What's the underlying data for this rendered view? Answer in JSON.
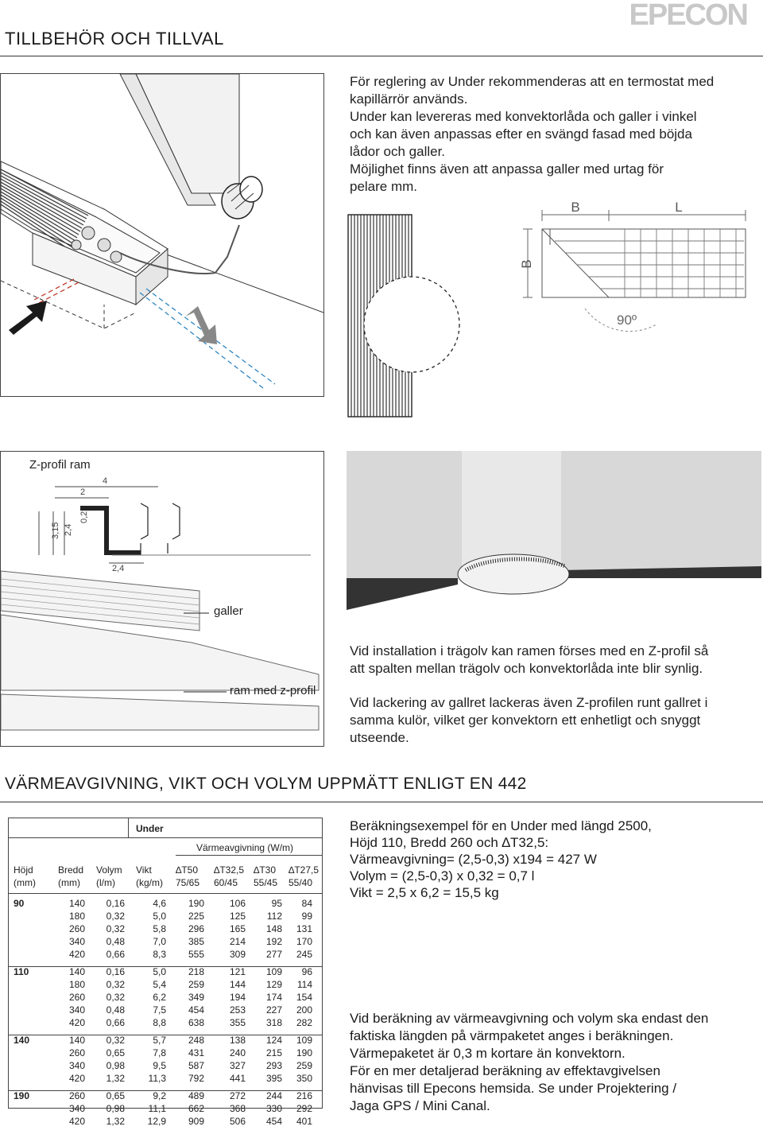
{
  "logo": "EPECON",
  "header": {
    "title": "TILLBEHÖR OCH TILLVAL"
  },
  "intro": {
    "lines": [
      "För reglering av Under rekommenderas att en termostat med",
      "kapillärrör används.",
      "Under kan levereras med konvektorlåda och galler i vinkel",
      "och kan även anpassas efter en svängd fasad med böjda",
      "lådor och galler.",
      "Möjlighet finns även att anpassa galler med urtag för",
      "pelare mm."
    ]
  },
  "corner_diagram": {
    "label_b_top": "B",
    "label_l": "L",
    "label_b_side": "B",
    "angle": "90º"
  },
  "zprofile": {
    "title": "Z-profil ram",
    "dims": {
      "d4": "4",
      "d2": "2",
      "d315": "3,15",
      "d24": "2,4",
      "d02": "0,2",
      "d24b": "2,4"
    },
    "label_galler": "galler",
    "label_ram": "ram med z-profil"
  },
  "zinfo": {
    "p1": [
      "Vid installation i trägolv kan ramen förses med en Z-profil så",
      "att spalten mellan trägolv och konvektorlåda inte blir synlig."
    ],
    "p2": [
      "Vid lackering av gallret lackeras även Z-profilen runt gallret i",
      "samma kulör, vilket ger konvektorn ett enhetligt och snyggt",
      "utseende."
    ]
  },
  "section": {
    "title": "VÄRMEAVGIVNING, VIKT OCH VOLYM UPPMÄTT ENLIGT EN 442"
  },
  "table": {
    "group_label": "Under",
    "heat_label": "Värmeavgivning (W/m)",
    "headers": [
      [
        "Höjd",
        "(mm)"
      ],
      [
        "Bredd",
        "(mm)"
      ],
      [
        "Volym",
        "(l/m)"
      ],
      [
        "Vikt",
        "(kg/m)"
      ],
      [
        "∆T50",
        "75/65"
      ],
      [
        "∆T32,5",
        "60/45"
      ],
      [
        "∆T30",
        "55/45"
      ],
      [
        "∆T27,5",
        "55/40"
      ]
    ],
    "groups": [
      {
        "hojd": "90",
        "rows": [
          [
            "140",
            "0,16",
            "4,6",
            "190",
            "106",
            "95",
            "84"
          ],
          [
            "180",
            "0,32",
            "5,0",
            "225",
            "125",
            "112",
            "99"
          ],
          [
            "260",
            "0,32",
            "5,8",
            "296",
            "165",
            "148",
            "131"
          ],
          [
            "340",
            "0,48",
            "7,0",
            "385",
            "214",
            "192",
            "170"
          ],
          [
            "420",
            "0,66",
            "8,3",
            "555",
            "309",
            "277",
            "245"
          ]
        ]
      },
      {
        "hojd": "110",
        "rows": [
          [
            "140",
            "0,16",
            "5,0",
            "218",
            "121",
            "109",
            "96"
          ],
          [
            "180",
            "0,32",
            "5,4",
            "259",
            "144",
            "129",
            "114"
          ],
          [
            "260",
            "0,32",
            "6,2",
            "349",
            "194",
            "174",
            "154"
          ],
          [
            "340",
            "0,48",
            "7,5",
            "454",
            "253",
            "227",
            "200"
          ],
          [
            "420",
            "0,66",
            "8,8",
            "638",
            "355",
            "318",
            "282"
          ]
        ]
      },
      {
        "hojd": "140",
        "rows": [
          [
            "140",
            "0,32",
            "5,7",
            "248",
            "138",
            "124",
            "109"
          ],
          [
            "260",
            "0,65",
            "7,8",
            "431",
            "240",
            "215",
            "190"
          ],
          [
            "340",
            "0,98",
            "9,5",
            "587",
            "327",
            "293",
            "259"
          ],
          [
            "420",
            "1,32",
            "11,3",
            "792",
            "441",
            "395",
            "350"
          ]
        ]
      },
      {
        "hojd": "190",
        "rows": [
          [
            "260",
            "0,65",
            "9,2",
            "489",
            "272",
            "244",
            "216"
          ],
          [
            "340",
            "0,98",
            "11,1",
            "662",
            "368",
            "330",
            "292"
          ],
          [
            "420",
            "1,32",
            "12,9",
            "909",
            "506",
            "454",
            "401"
          ]
        ]
      }
    ]
  },
  "example": {
    "lines": [
      "Beräkningsexempel för en Under med längd 2500,",
      "Höjd 110, Bredd 260 och ∆T32,5:",
      "Värmeavgivning= (2,5-0,3) x194 = 427 W",
      "Volym = (2,5-0,3) x 0,32 = 0,7 l",
      "Vikt = 2,5 x 6,2 = 15,5 kg"
    ]
  },
  "note": {
    "lines": [
      "Vid beräkning av värmeavgivning och volym ska endast den",
      "faktiska längden på värmpaketet anges i beräkningen.",
      "Värmepaketet är 0,3 m kortare än konvektorn.",
      "För en mer detaljerad beräkning av effektavgivelsen",
      "hänvisas till Epecons hemsida. Se under Projektering /",
      "Jaga GPS / Mini Canal."
    ]
  },
  "colors": {
    "text": "#1a1a1a",
    "logo": "#c8c8c8",
    "arrow": "#1a1a1a",
    "arrow_grey": "#888888",
    "pipe_red": "#c0392b",
    "pipe_blue": "#2e86c1"
  }
}
